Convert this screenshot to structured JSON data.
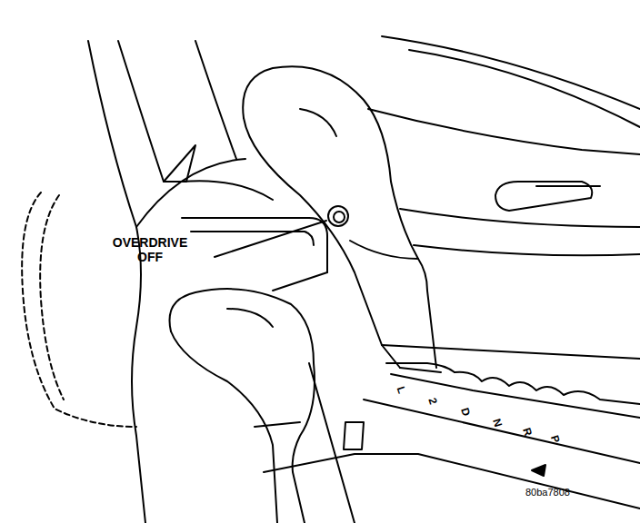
{
  "diagram": {
    "labels": [
      "OVERDRIVE OFF",
      "L",
      "2",
      "D",
      "N",
      "R",
      "P",
      "80ba7808"
    ]
  }
}
